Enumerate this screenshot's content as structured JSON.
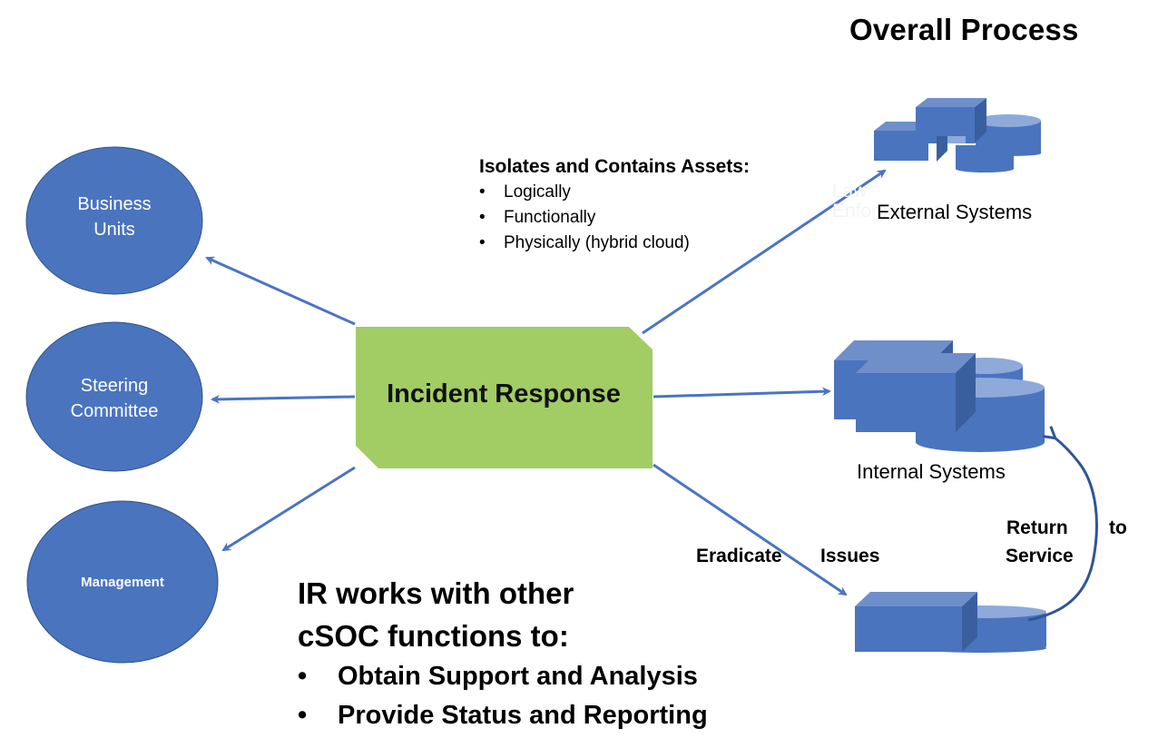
{
  "title": "Overall Process",
  "colors": {
    "node_blue": "#4a74be",
    "node_stroke": "#2f528f",
    "ir_green": "#a2cc64",
    "arrow_blue": "#4a74c4",
    "curve_blue": "#2f5597",
    "shape_top": "#6f8fca",
    "shape_side": "#3a5f9e",
    "disk_top": "#8eaadb"
  },
  "stakeholders": [
    {
      "id": "business-units",
      "label_line1": "Business",
      "label_line2": "Units"
    },
    {
      "id": "steering-committee",
      "label_line1": "Steering",
      "label_line2": "Committee"
    },
    {
      "id": "management",
      "label_line1": "Management",
      "label_line2": ""
    }
  ],
  "center": {
    "label": "Incident Response"
  },
  "isolates": {
    "heading": "Isolates and Contains Assets:",
    "items": [
      "Logically",
      "Functionally",
      "Physically (hybrid cloud)"
    ]
  },
  "systems": {
    "external": {
      "label": "External Systems",
      "icon": "server-database-icon",
      "ghost_line1": "Law",
      "ghost_line2": "Enforcement"
    },
    "internal": {
      "label": "Internal Systems",
      "icon": "server-database-stack-icon"
    },
    "remediation": {
      "icon": "server-database-icon"
    }
  },
  "flow_labels": {
    "eradicate_word1": "Eradicate",
    "eradicate_word2": "Issues",
    "return_word1": "Return",
    "return_word2": "to",
    "return_word3": "Service"
  },
  "summary": {
    "heading_line1": "IR works with other",
    "heading_line2": "cSOC functions to:",
    "items": [
      "Obtain Support and Analysis",
      "Provide Status and Reporting"
    ]
  }
}
